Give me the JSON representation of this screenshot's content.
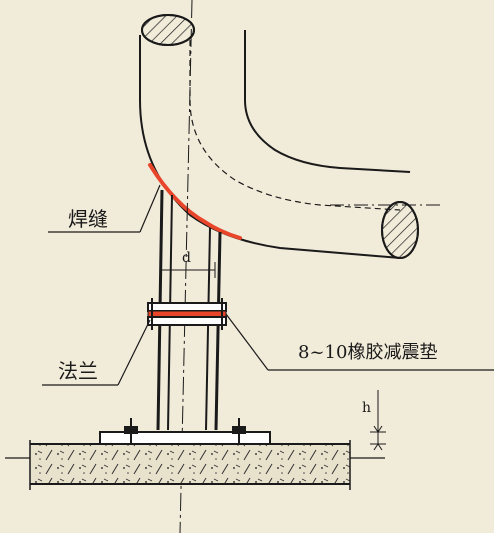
{
  "diagram": {
    "labels": {
      "weld_seam": "焊缝",
      "flange": "法兰",
      "rubber_pad": "8~10橡胶减震垫",
      "dim_d": "d",
      "dim_h": "h"
    },
    "colors": {
      "paper": "#f1ebd9",
      "ink": "#1a1a1a",
      "weld": "#e8452a",
      "pad": "#e8452a",
      "hatch": "#8a8a8a"
    }
  }
}
